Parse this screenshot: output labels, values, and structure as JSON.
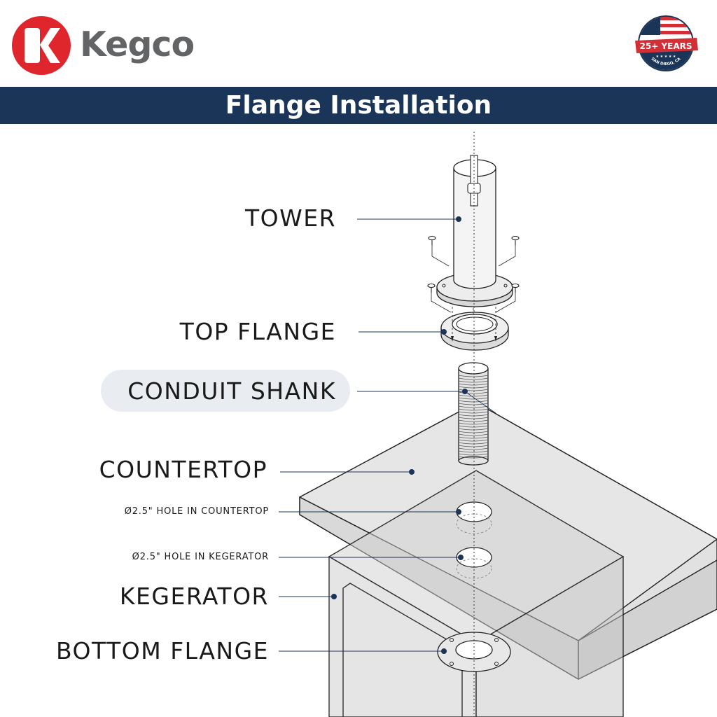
{
  "brand": {
    "name": "Kegco",
    "logo_letter": "K",
    "logo_color": "#e0262d"
  },
  "badge": {
    "line1": "25+ YEARS",
    "line2": "SAN DIEGO, CA"
  },
  "title": "Flange Installation",
  "labels": {
    "tower": "TOWER",
    "top_flange": "TOP FLANGE",
    "conduit_shank": "CONDUIT SHANK",
    "countertop": "COUNTERTOP",
    "hole_countertop": "Ø2.5\" HOLE IN COUNTERTOP",
    "hole_kegerator": "Ø2.5\" HOLE IN KEGERATOR",
    "kegerator": "KEGERATOR",
    "bottom_flange": "BOTTOM FLANGE"
  },
  "colors": {
    "title_bar": "#1b3558",
    "leader_dot": "#1b3558",
    "highlight": "#e9ecf0"
  }
}
